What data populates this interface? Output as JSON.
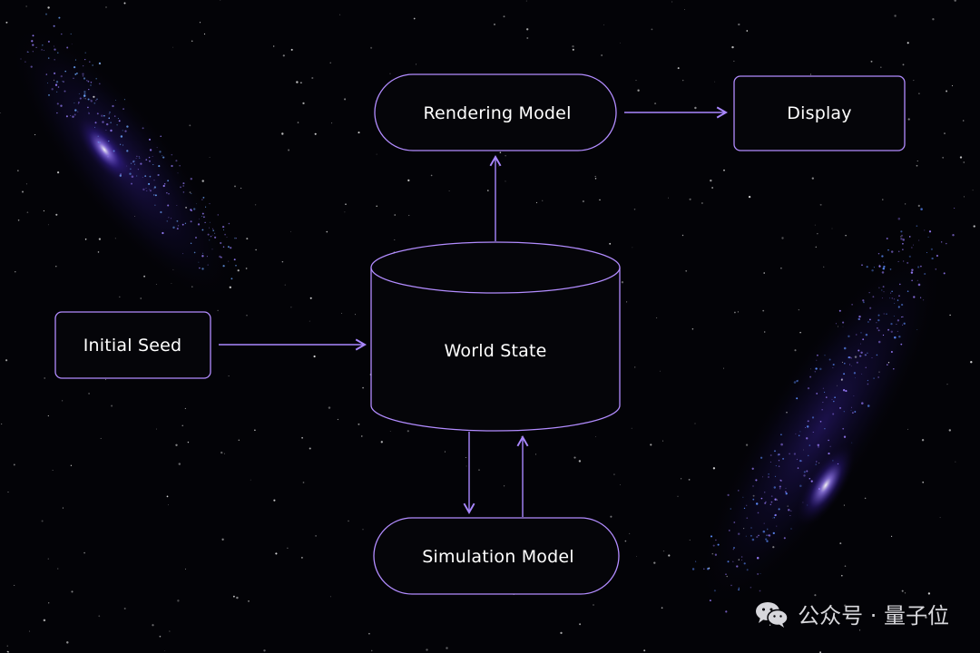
{
  "nodes": {
    "rendering_model": "Rendering Model",
    "display": "Display",
    "initial_seed": "Initial Seed",
    "world_state": "World State",
    "simulation_model": "Simulation Model"
  },
  "watermark": {
    "text": "公众号 · 量子位",
    "icon": "wechat-icon"
  },
  "colors": {
    "background": "#030307",
    "outline": "#b28cff",
    "arrow": "#a987ff",
    "nebula": "#6a42ff",
    "text": "#ffffff"
  }
}
